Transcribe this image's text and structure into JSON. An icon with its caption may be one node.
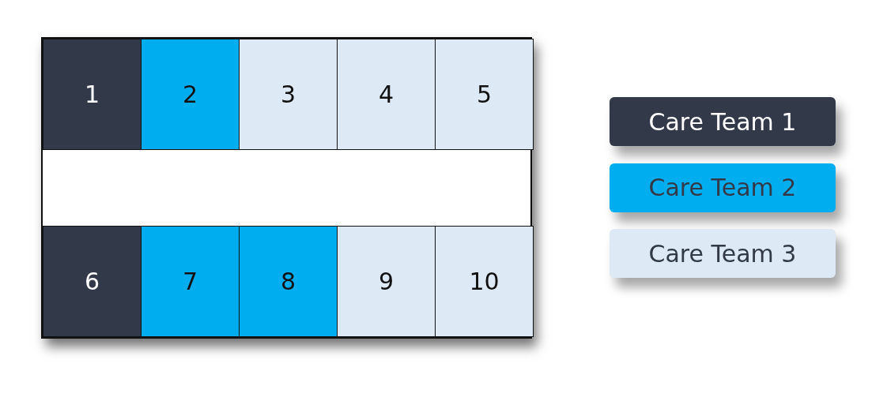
{
  "diagram": {
    "nodes": [
      {
        "text": [],
        "shape": "box"
      },
      {
        "text": [
          "1"
        ],
        "in": 0
      },
      {
        "text": [
          "2"
        ],
        "in": 0
      },
      {
        "text": [
          "3"
        ],
        "in": 0
      },
      {
        "text": [
          "4"
        ],
        "in": 0
      },
      {
        "text": [
          "5"
        ],
        "in": 0
      },
      {
        "text": [
          "6"
        ],
        "in": 0
      },
      {
        "text": [
          "7"
        ],
        "in": 0
      },
      {
        "text": [
          "8"
        ],
        "in": 0
      },
      {
        "text": [
          "9"
        ],
        "in": 0
      },
      {
        "text": [
          "10"
        ],
        "in": 0
      }
    ],
    "legend": [
      {
        "text": "Care Team 1",
        "color": "#323a4a"
      },
      {
        "text": "Care Team 2",
        "color": "#00aeef"
      },
      {
        "text": "Care Team 3",
        "color": "#dde9f5"
      }
    ]
  }
}
